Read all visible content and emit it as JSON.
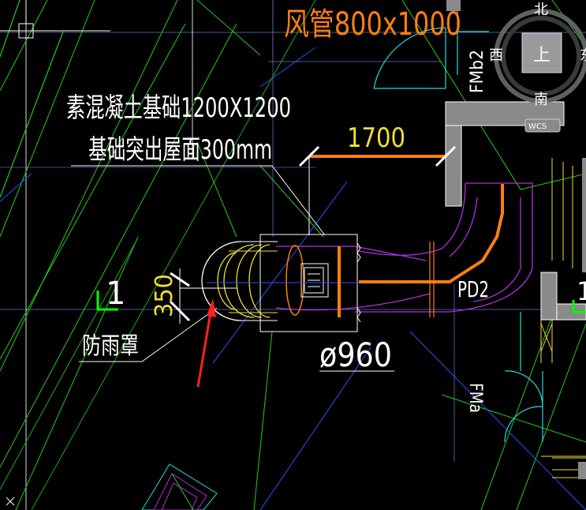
{
  "annotations": {
    "duct_label": "风管800x1000",
    "foundation_line1": "素混凝土基础1200X1200",
    "foundation_line2": "基础突出屋面300mm",
    "dim_1700": "1700",
    "dim_350": "350",
    "diameter": "ø960",
    "pd2": "PD2",
    "fmb2": "FMb2",
    "fma": "FMa",
    "section_mark": "1",
    "section_mark_right": "1",
    "rain_cover": "防雨罩"
  },
  "viewcube": {
    "north": "北",
    "south": "南",
    "west": "西",
    "east": "东",
    "top": "上",
    "wcs": "WCS"
  },
  "colors": {
    "background": "#000000",
    "green": "#22cc22",
    "bright_green": "#00ff00",
    "cyan": "#22dddd",
    "orange": "#ff7f11",
    "yellow": "#f0e030",
    "magenta": "#b030d8",
    "white": "#ffffff",
    "gray": "#8a8a8a",
    "blue": "#3050ff",
    "red": "#ff2020"
  }
}
